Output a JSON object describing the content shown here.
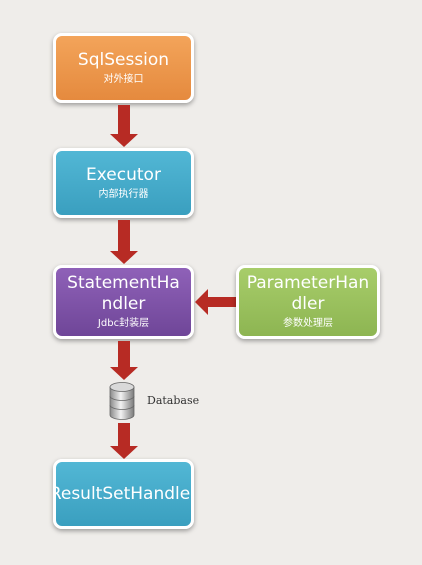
{
  "nodes": {
    "sqlsession": {
      "title": "SqlSession",
      "subtitle": "对外接口"
    },
    "executor": {
      "title": "Executor",
      "subtitle": "内部执行器"
    },
    "statement_handler": {
      "title_line1": "StatementHa",
      "title_line2": "ndler",
      "subtitle": "Jdbc封装层"
    },
    "parameter_handler": {
      "title_line1": "ParameterHan",
      "title_line2": "dler",
      "subtitle": "参数处理层"
    },
    "resultset_handler": {
      "title": "ResultSetHandler"
    }
  },
  "database": {
    "label": "Database",
    "icon": "database-icon"
  },
  "colors": {
    "sqlsession": "#e99447",
    "executor": "#45aacb",
    "statement_handler": "#7c52a6",
    "parameter_handler": "#98c15c",
    "resultset_handler": "#45aacb",
    "arrow": "#b72b24",
    "background": "#efedea"
  }
}
